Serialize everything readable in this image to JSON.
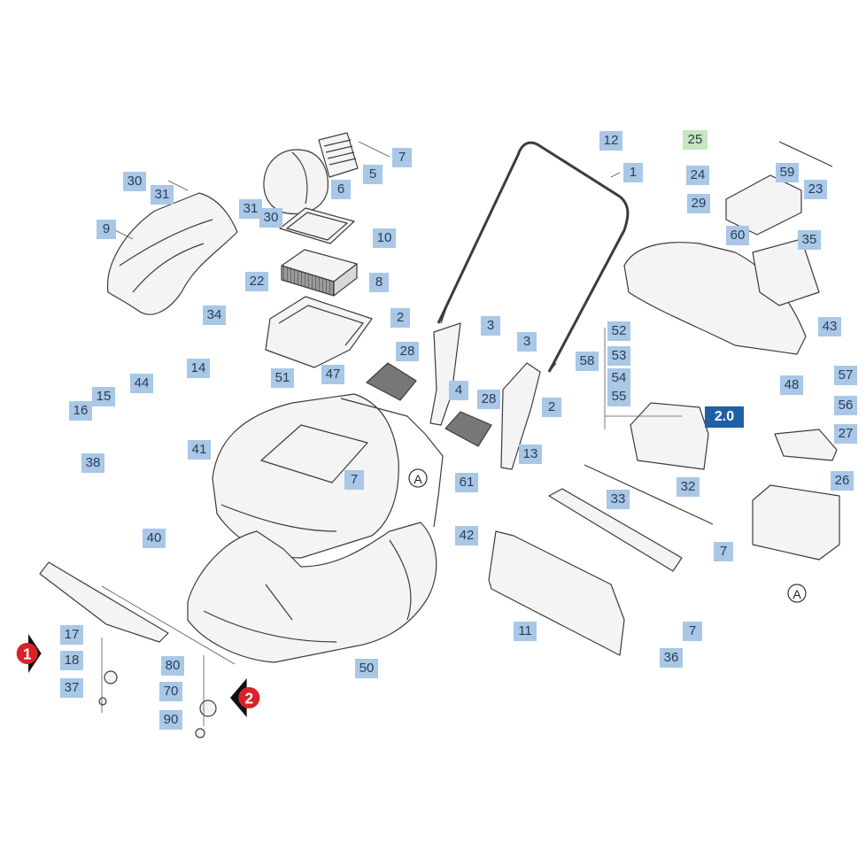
{
  "labels": {
    "l1": "1",
    "l2a": "2",
    "l2b": "2",
    "l3a": "3",
    "l3b": "3",
    "l4": "4",
    "l5": "5",
    "l6": "6",
    "l7a": "7",
    "l7b": "7",
    "l7c": "7",
    "l7d": "7",
    "l8": "8",
    "l9": "9",
    "l10": "10",
    "l11": "11",
    "l12": "12",
    "l13": "13",
    "l14": "14",
    "l15": "15",
    "l16": "16",
    "l17": "17",
    "l18": "18",
    "l22": "22",
    "l23": "23",
    "l24": "24",
    "l25": "25",
    "l26": "26",
    "l27": "27",
    "l28a": "28",
    "l28b": "28",
    "l29": "29",
    "l30a": "30",
    "l30b": "30",
    "l31a": "31",
    "l31b": "31",
    "l32": "32",
    "l33": "33",
    "l34": "34",
    "l35": "35",
    "l36": "36",
    "l37": "37",
    "l38": "38",
    "l40": "40",
    "l41": "41",
    "l42": "42",
    "l43": "43",
    "l44": "44",
    "l47": "47",
    "l48": "48",
    "l50": "50",
    "l51": "51",
    "l52": "52",
    "l53": "53",
    "l54": "54",
    "l55": "55",
    "l56": "56",
    "l57": "57",
    "l58": "58",
    "l59": "59",
    "l60": "60",
    "l61": "61",
    "l70": "70",
    "l80": "80",
    "l90": "90",
    "l20": "2.0"
  },
  "markers": {
    "m1": "1",
    "m2": "2"
  },
  "connectors": {
    "a1": "A",
    "a2": "A"
  },
  "colors": {
    "label_bg": "#a9c7e6",
    "label_text": "#2a3d55",
    "highlight_green": "#c6e6c0",
    "subassembly_blue": "#1e5fa8",
    "marker_red": "#d8222a",
    "arrow_black": "#111111",
    "line": "#444444",
    "part_fill": "#f2f2f2",
    "filter_fill": "#7a7a7a"
  }
}
